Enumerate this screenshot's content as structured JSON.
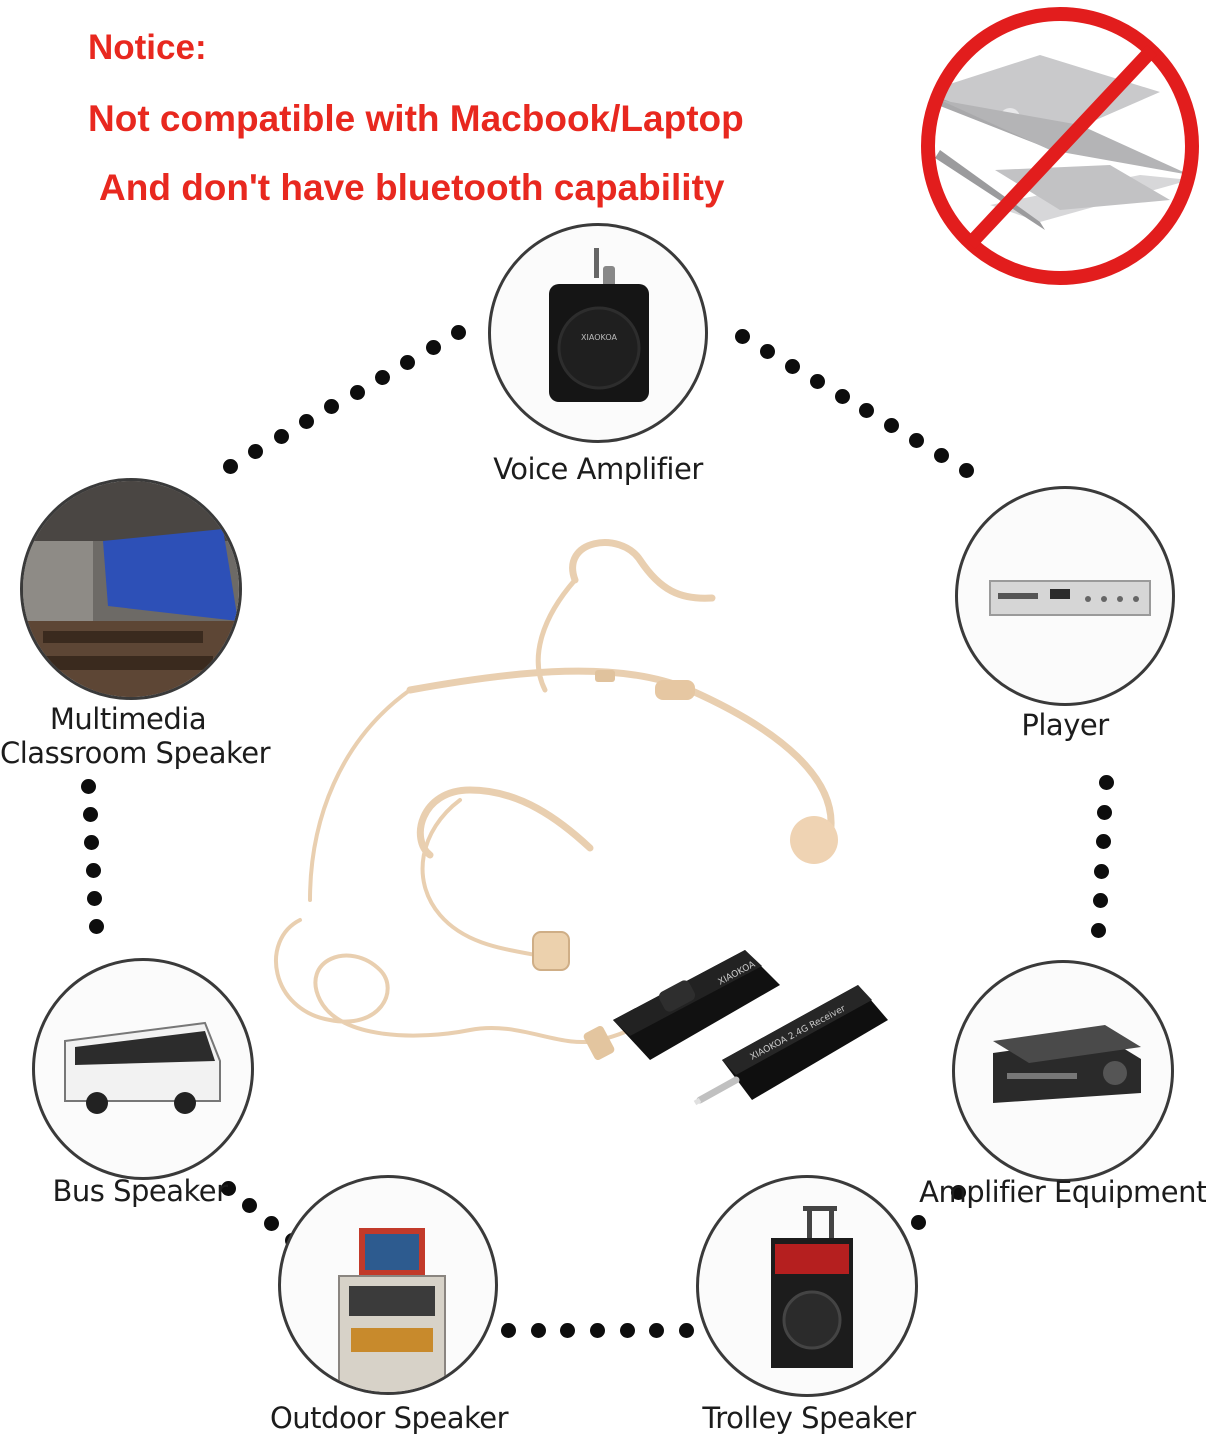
{
  "notice": {
    "title": "Notice:",
    "line1": "Not compatible with Macbook/Laptop",
    "line2": "And don't have bluetooth capability"
  },
  "devices": {
    "voice_amplifier": "Voice Amplifier",
    "classroom_line1": "Multimedia",
    "classroom_line2": "Classroom Speaker",
    "player": "Player",
    "bus_speaker": "Bus Speaker",
    "amplifier_equipment": "Amplifier Equipment",
    "outdoor_speaker": "Outdoor Speaker",
    "trolley_speaker": "Trolley Speaker"
  },
  "product": {
    "transmitter_brand": "XIAOKOA",
    "receiver_brand": "XIAOKOA 2.4G Receiver",
    "amplifier_brand": "XIAOKOA"
  },
  "colors": {
    "notice_red": "#e8281f",
    "prohibit_red": "#e21d1d",
    "headset_beige": "#e9cfb0",
    "device_black": "#141414"
  }
}
